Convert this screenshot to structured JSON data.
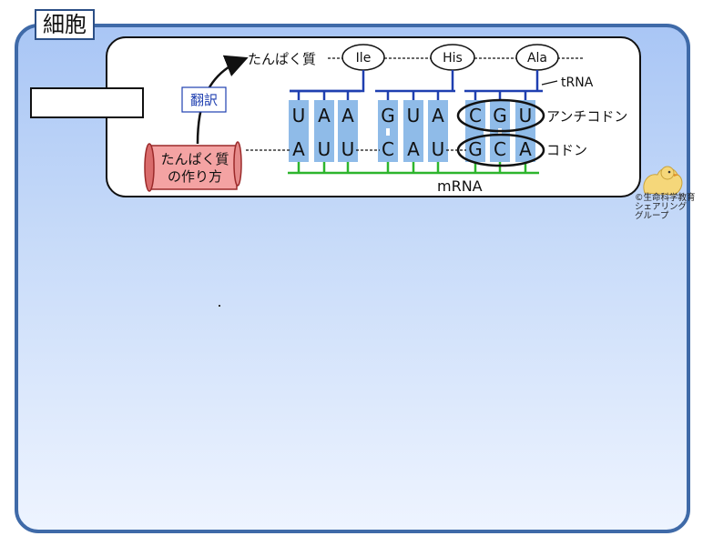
{
  "cell_title": "細胞",
  "protein_label": "たんぱく質",
  "amino_acids": [
    "Ile",
    "His",
    "Ala"
  ],
  "trna_label": "tRNA",
  "anticodon_bases": [
    "U",
    "A",
    "A",
    "G",
    "U",
    "A",
    "C",
    "G",
    "U"
  ],
  "codon_bases": [
    "A",
    "U",
    "U",
    "C",
    "A",
    "U",
    "G",
    "C",
    "A"
  ],
  "anticodon_label": "アンチコドン",
  "codon_label": "コドン",
  "mrna_label": "mRNA",
  "translation_label": "翻訳",
  "scroll_title_line1": "たんぱく質",
  "scroll_title_line2": "の作り方",
  "credit_lines": [
    "©生命科学教育",
    "シェアリング",
    "グループ"
  ],
  "colors": {
    "cell_border": "#3f6aa8",
    "trna_blue": "#1f3fb0",
    "base_fill": "#8fbbe8",
    "mrna_green": "#2db52d",
    "scroll_fill": "#f4a3a3",
    "translation_text": "#1f3fb0"
  }
}
